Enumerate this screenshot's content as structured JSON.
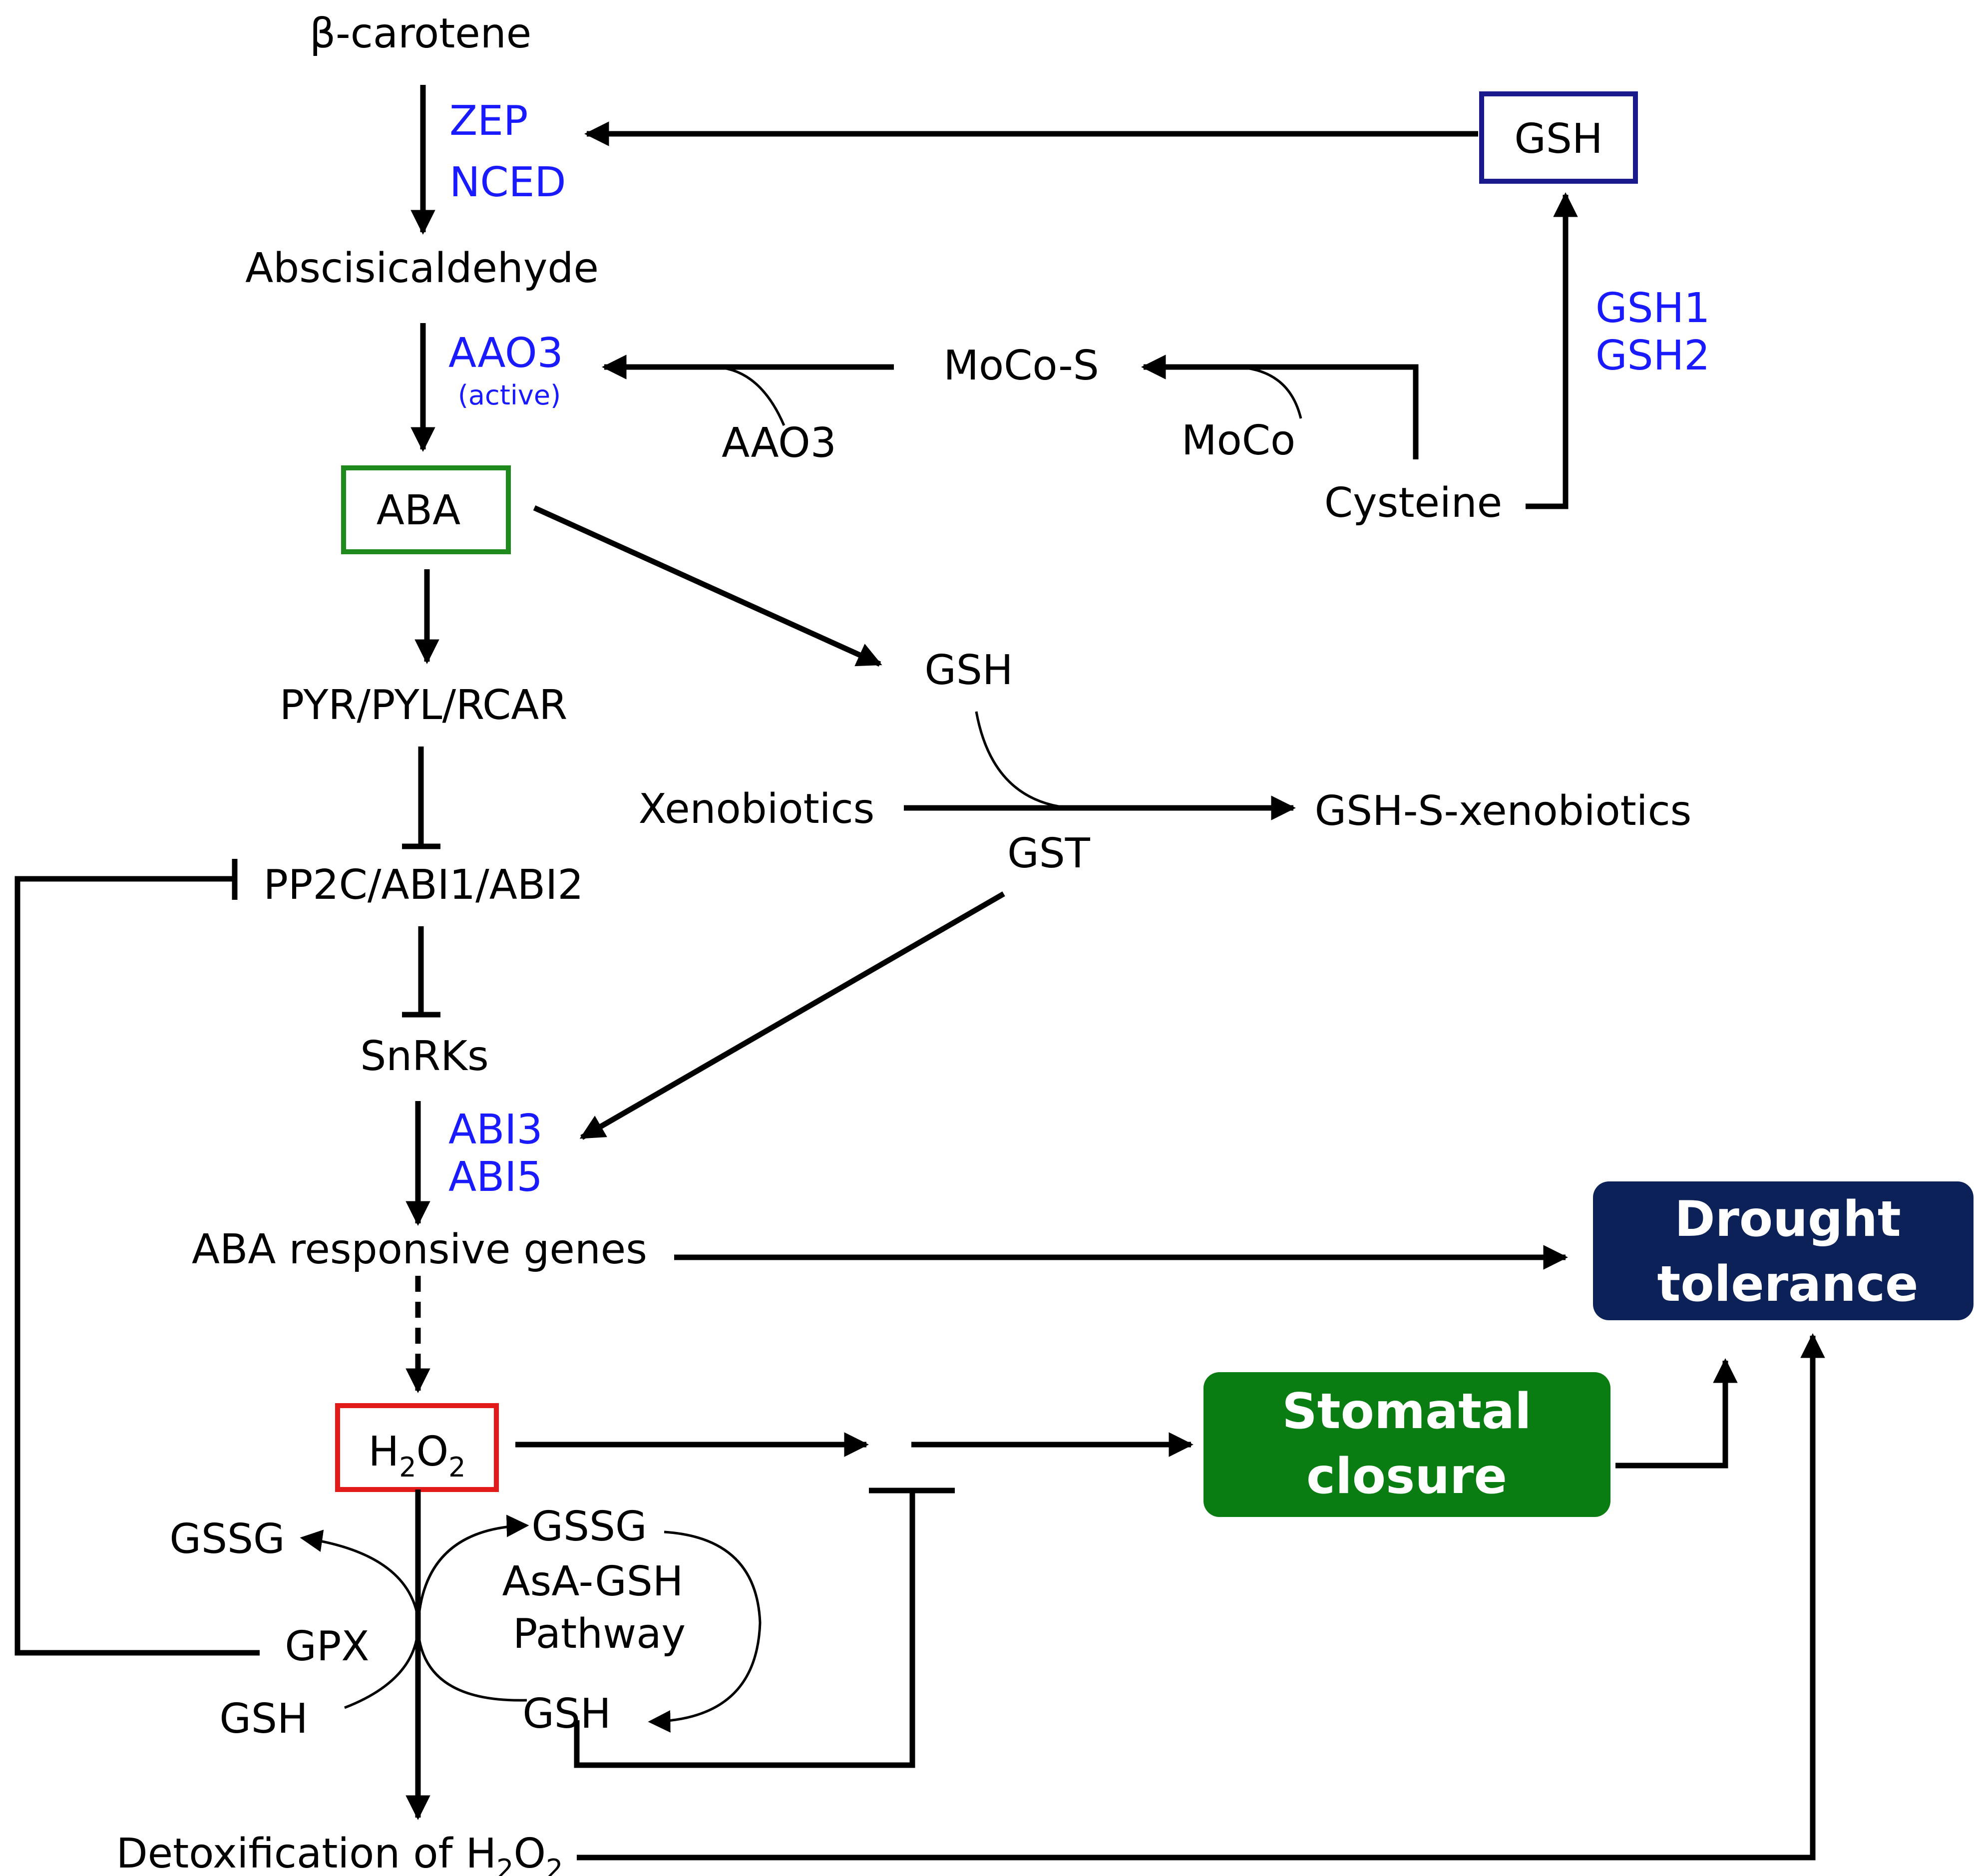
{
  "colors": {
    "text": "#000000",
    "enzyme": "#1a1aff",
    "aba_box": "#1e8a1e",
    "gsh_box": "#1a1a8c",
    "h2o2_box": "#e31a1a",
    "stomatal_fill": "#0a7d12",
    "drought_fill": "#0d2159"
  },
  "nodes": {
    "beta_carotene": "β-carotene",
    "abscisicaldehyde": "Abscisicaldehyde",
    "aba": "ABA",
    "pyr": "PYR/PYL/RCAR",
    "pp2c": "PP2C/ABI1/ABI2",
    "snrks": "SnRKs",
    "aba_genes": "ABA responsive genes",
    "h2o2_base": "H",
    "h2o2_sub1": "2",
    "h2o2_mid": "O",
    "h2o2_sub2": "2",
    "gsh_top": "GSH",
    "moco_s": "MoCo-S",
    "moco": "MoCo",
    "aao3": "AAO3",
    "cysteine": "Cysteine",
    "gsh_mid": "GSH",
    "xenobiotics": "Xenobiotics",
    "gst": "GST",
    "gsh_s_xeno": "GSH-S-xenobiotics",
    "gssg_left": "GSSG",
    "gpx": "GPX",
    "gsh_left": "GSH",
    "gssg_right": "GSSG",
    "asa_gsh": "AsA-GSH",
    "pathway": "Pathway",
    "gsh_right": "GSH",
    "detox_base": "Detoxification of H",
    "detox_sub1": "2",
    "detox_mid": "O",
    "detox_sub2": "2"
  },
  "enzymes": {
    "zep": "ZEP",
    "nced": "NCED",
    "aao3_active": "AAO3",
    "active_note": "(active)",
    "gsh1": "GSH1",
    "gsh2": "GSH2",
    "abi3": "ABI3",
    "abi5": "ABI5"
  },
  "outcomes": {
    "stomatal_line1": "Stomatal",
    "stomatal_line2": "closure",
    "drought_line1": "Drought",
    "drought_line2": "tolerance"
  }
}
